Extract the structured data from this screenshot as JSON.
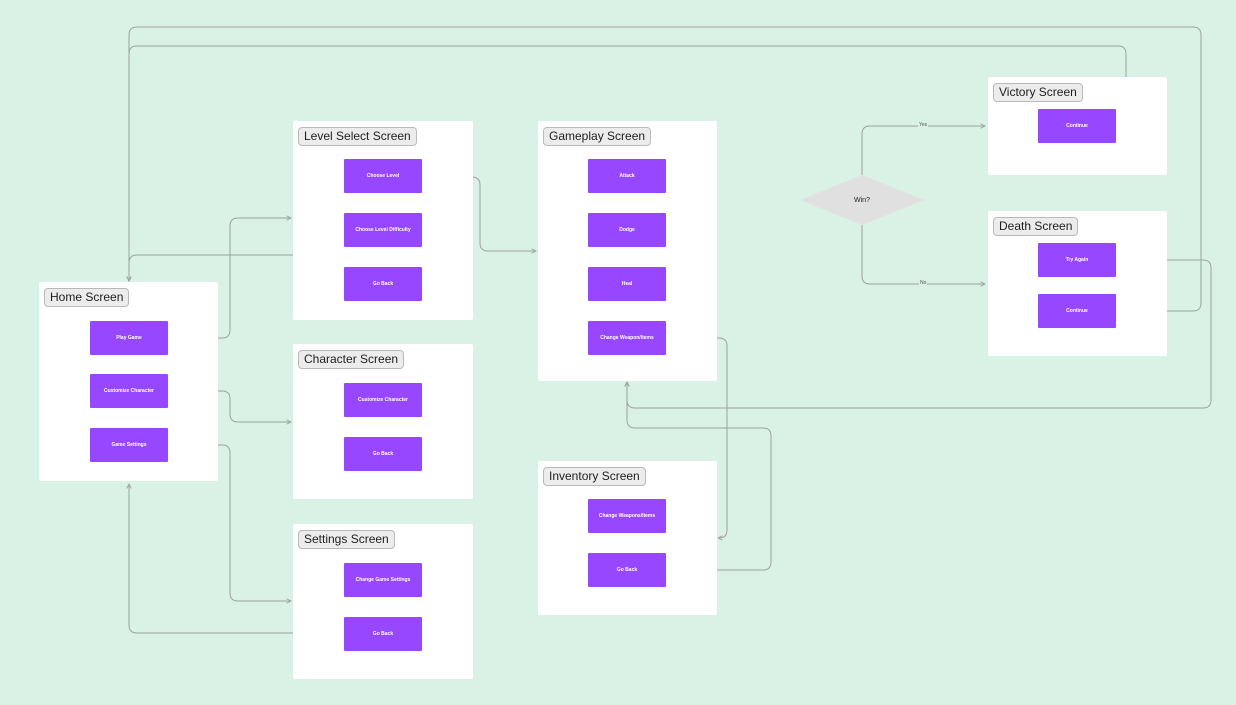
{
  "colors": {
    "canvas": "#daf2e6",
    "frame": "#ffffff",
    "button": "#9747ff",
    "connector": "#9aa39e",
    "decision": "#e0e0e0"
  },
  "frames": {
    "home": {
      "title": "Home Screen",
      "buttons": [
        "Play Game",
        "Customize Character",
        "Game Settings"
      ]
    },
    "level_select": {
      "title": "Level Select Screen",
      "buttons": [
        "Choose Level",
        "Choose Level Difficulty",
        "Go Back"
      ]
    },
    "character": {
      "title": "Character Screen",
      "buttons": [
        "Customize Character",
        "Go Back"
      ]
    },
    "settings": {
      "title": "Settings Screen",
      "buttons": [
        "Change Game Settings",
        "Go Back"
      ]
    },
    "gameplay": {
      "title": "Gameplay Screen",
      "buttons": [
        "Attack",
        "Dodge",
        "Heal",
        "Change Weapon/Items"
      ]
    },
    "inventory": {
      "title": "Inventory Screen",
      "buttons": [
        "Change Weapons/Items",
        "Go Back"
      ]
    },
    "victory": {
      "title": "Victory Screen",
      "buttons": [
        "Continue"
      ]
    },
    "death": {
      "title": "Death Screen",
      "buttons": [
        "Try Again",
        "Continue"
      ]
    }
  },
  "decision": {
    "label": "Win?",
    "yes_label": "Yes",
    "no_label": "No"
  }
}
